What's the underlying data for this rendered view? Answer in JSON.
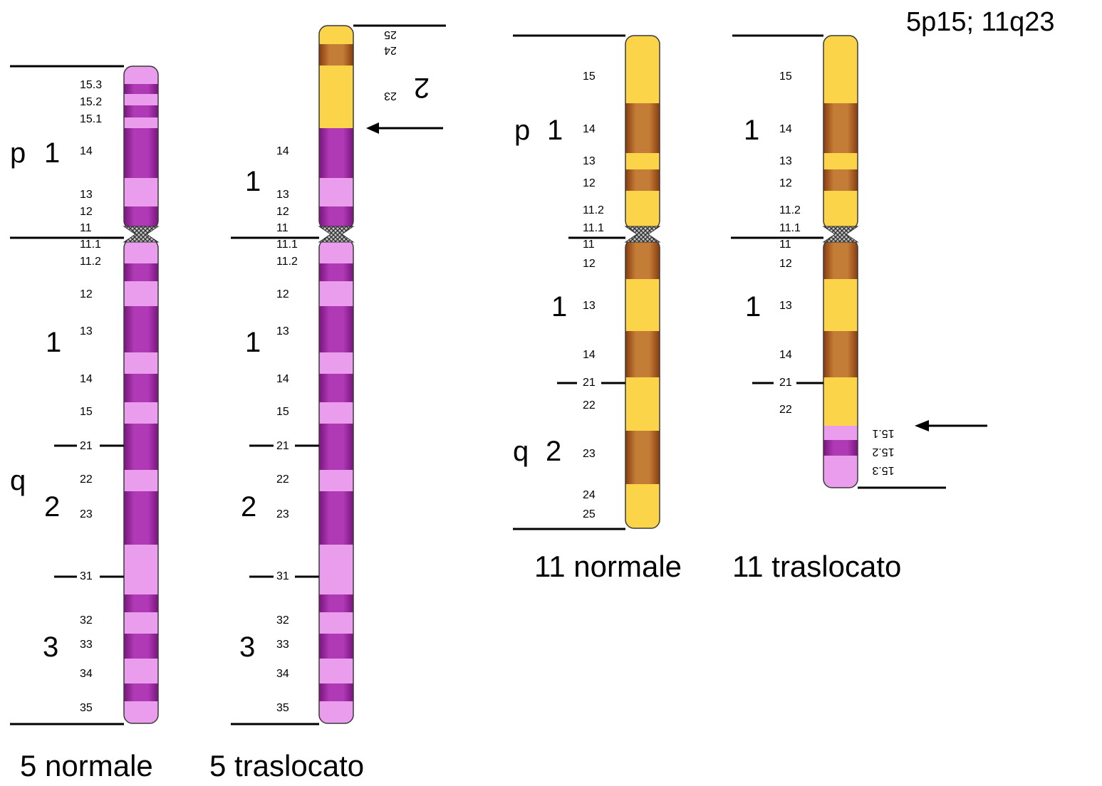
{
  "title": "5p15; 11q23",
  "colors": {
    "chr5_dark": "#7a157f",
    "chr5_mid": "#b03ab5",
    "chr5_light": "#ea9ded",
    "chr11_dark": "#8a3c0e",
    "chr11_mid": "#c47d37",
    "chr11_light": "#fbd44a",
    "centromere": "#555555",
    "line": "#000000"
  },
  "chromosomes": [
    {
      "id": "chr5-normal",
      "caption": "5 normale",
      "arm_labels": [
        "p",
        "q"
      ],
      "region_labels": [
        "1",
        "1",
        "2",
        "3"
      ],
      "band_labels": [
        "15.3",
        "15.2",
        "15.1",
        "14",
        "13",
        "12",
        "11",
        "11.1",
        "11.2",
        "12",
        "13",
        "14",
        "15",
        "21",
        "22",
        "23",
        "31",
        "32",
        "33",
        "34",
        "35"
      ]
    },
    {
      "id": "chr5-translocated",
      "caption": "5 traslocato",
      "arm_labels": [],
      "region_labels": [
        "2",
        "1",
        "1",
        "2",
        "3"
      ],
      "translocated_band_labels": [
        "25",
        "24",
        "23"
      ],
      "band_labels": [
        "14",
        "13",
        "12",
        "11",
        "11.1",
        "11.2",
        "12",
        "13",
        "14",
        "15",
        "21",
        "22",
        "23",
        "31",
        "32",
        "33",
        "34",
        "35"
      ]
    },
    {
      "id": "chr11-normal",
      "caption": "11 normale",
      "arm_labels": [
        "p",
        "q"
      ],
      "region_labels": [
        "1",
        "1",
        "2"
      ],
      "band_labels": [
        "15",
        "14",
        "13",
        "12",
        "11.2",
        "11.1",
        "11",
        "12",
        "13",
        "14",
        "21",
        "22",
        "23",
        "24",
        "25"
      ]
    },
    {
      "id": "chr11-translocated",
      "caption": "11 traslocato",
      "arm_labels": [],
      "region_labels": [
        "1",
        "1"
      ],
      "translocated_band_labels": [
        "15.1",
        "15.2",
        "15.3"
      ],
      "band_labels": [
        "15",
        "14",
        "13",
        "12",
        "11.2",
        "11.1",
        "11",
        "12",
        "13",
        "14",
        "21",
        "22"
      ]
    }
  ]
}
